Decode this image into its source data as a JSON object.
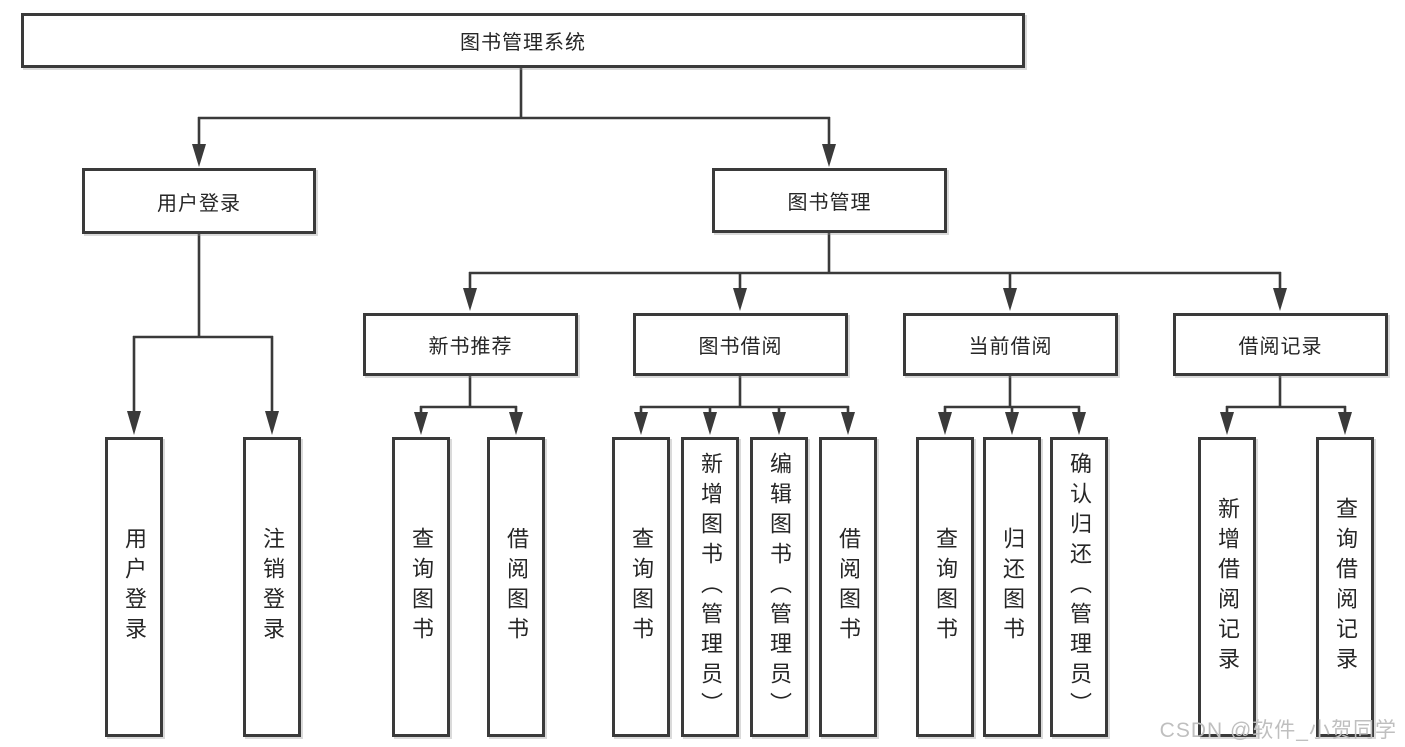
{
  "diagram_title": "图书管理系统",
  "watermark": "CSDN @软件_小贺同学",
  "colors": {
    "line": "#3a3a3a",
    "box_border": "#3a3a3a",
    "text": "#262626",
    "watermark": "#bfbfbf",
    "background": "#ffffff"
  },
  "tree": {
    "root": {
      "label": "图书管理系统"
    },
    "branches": [
      {
        "label": "用户登录",
        "children": [
          {
            "label": "用户登录"
          },
          {
            "label": "注销登录"
          }
        ]
      },
      {
        "label": "图书管理",
        "children": [
          {
            "label": "新书推荐",
            "children": [
              {
                "label": "查询图书"
              },
              {
                "label": "借阅图书"
              }
            ]
          },
          {
            "label": "图书借阅",
            "children": [
              {
                "label": "查询图书"
              },
              {
                "label": "新增图书（管理员）"
              },
              {
                "label": "编辑图书（管理员）"
              },
              {
                "label": "借阅图书"
              }
            ]
          },
          {
            "label": "当前借阅",
            "children": [
              {
                "label": "查询图书"
              },
              {
                "label": "归还图书"
              },
              {
                "label": "确认归还（管理员）"
              }
            ]
          },
          {
            "label": "借阅记录",
            "children": [
              {
                "label": "新增借阅记录"
              },
              {
                "label": "查询借阅记录"
              }
            ]
          }
        ]
      }
    ]
  }
}
